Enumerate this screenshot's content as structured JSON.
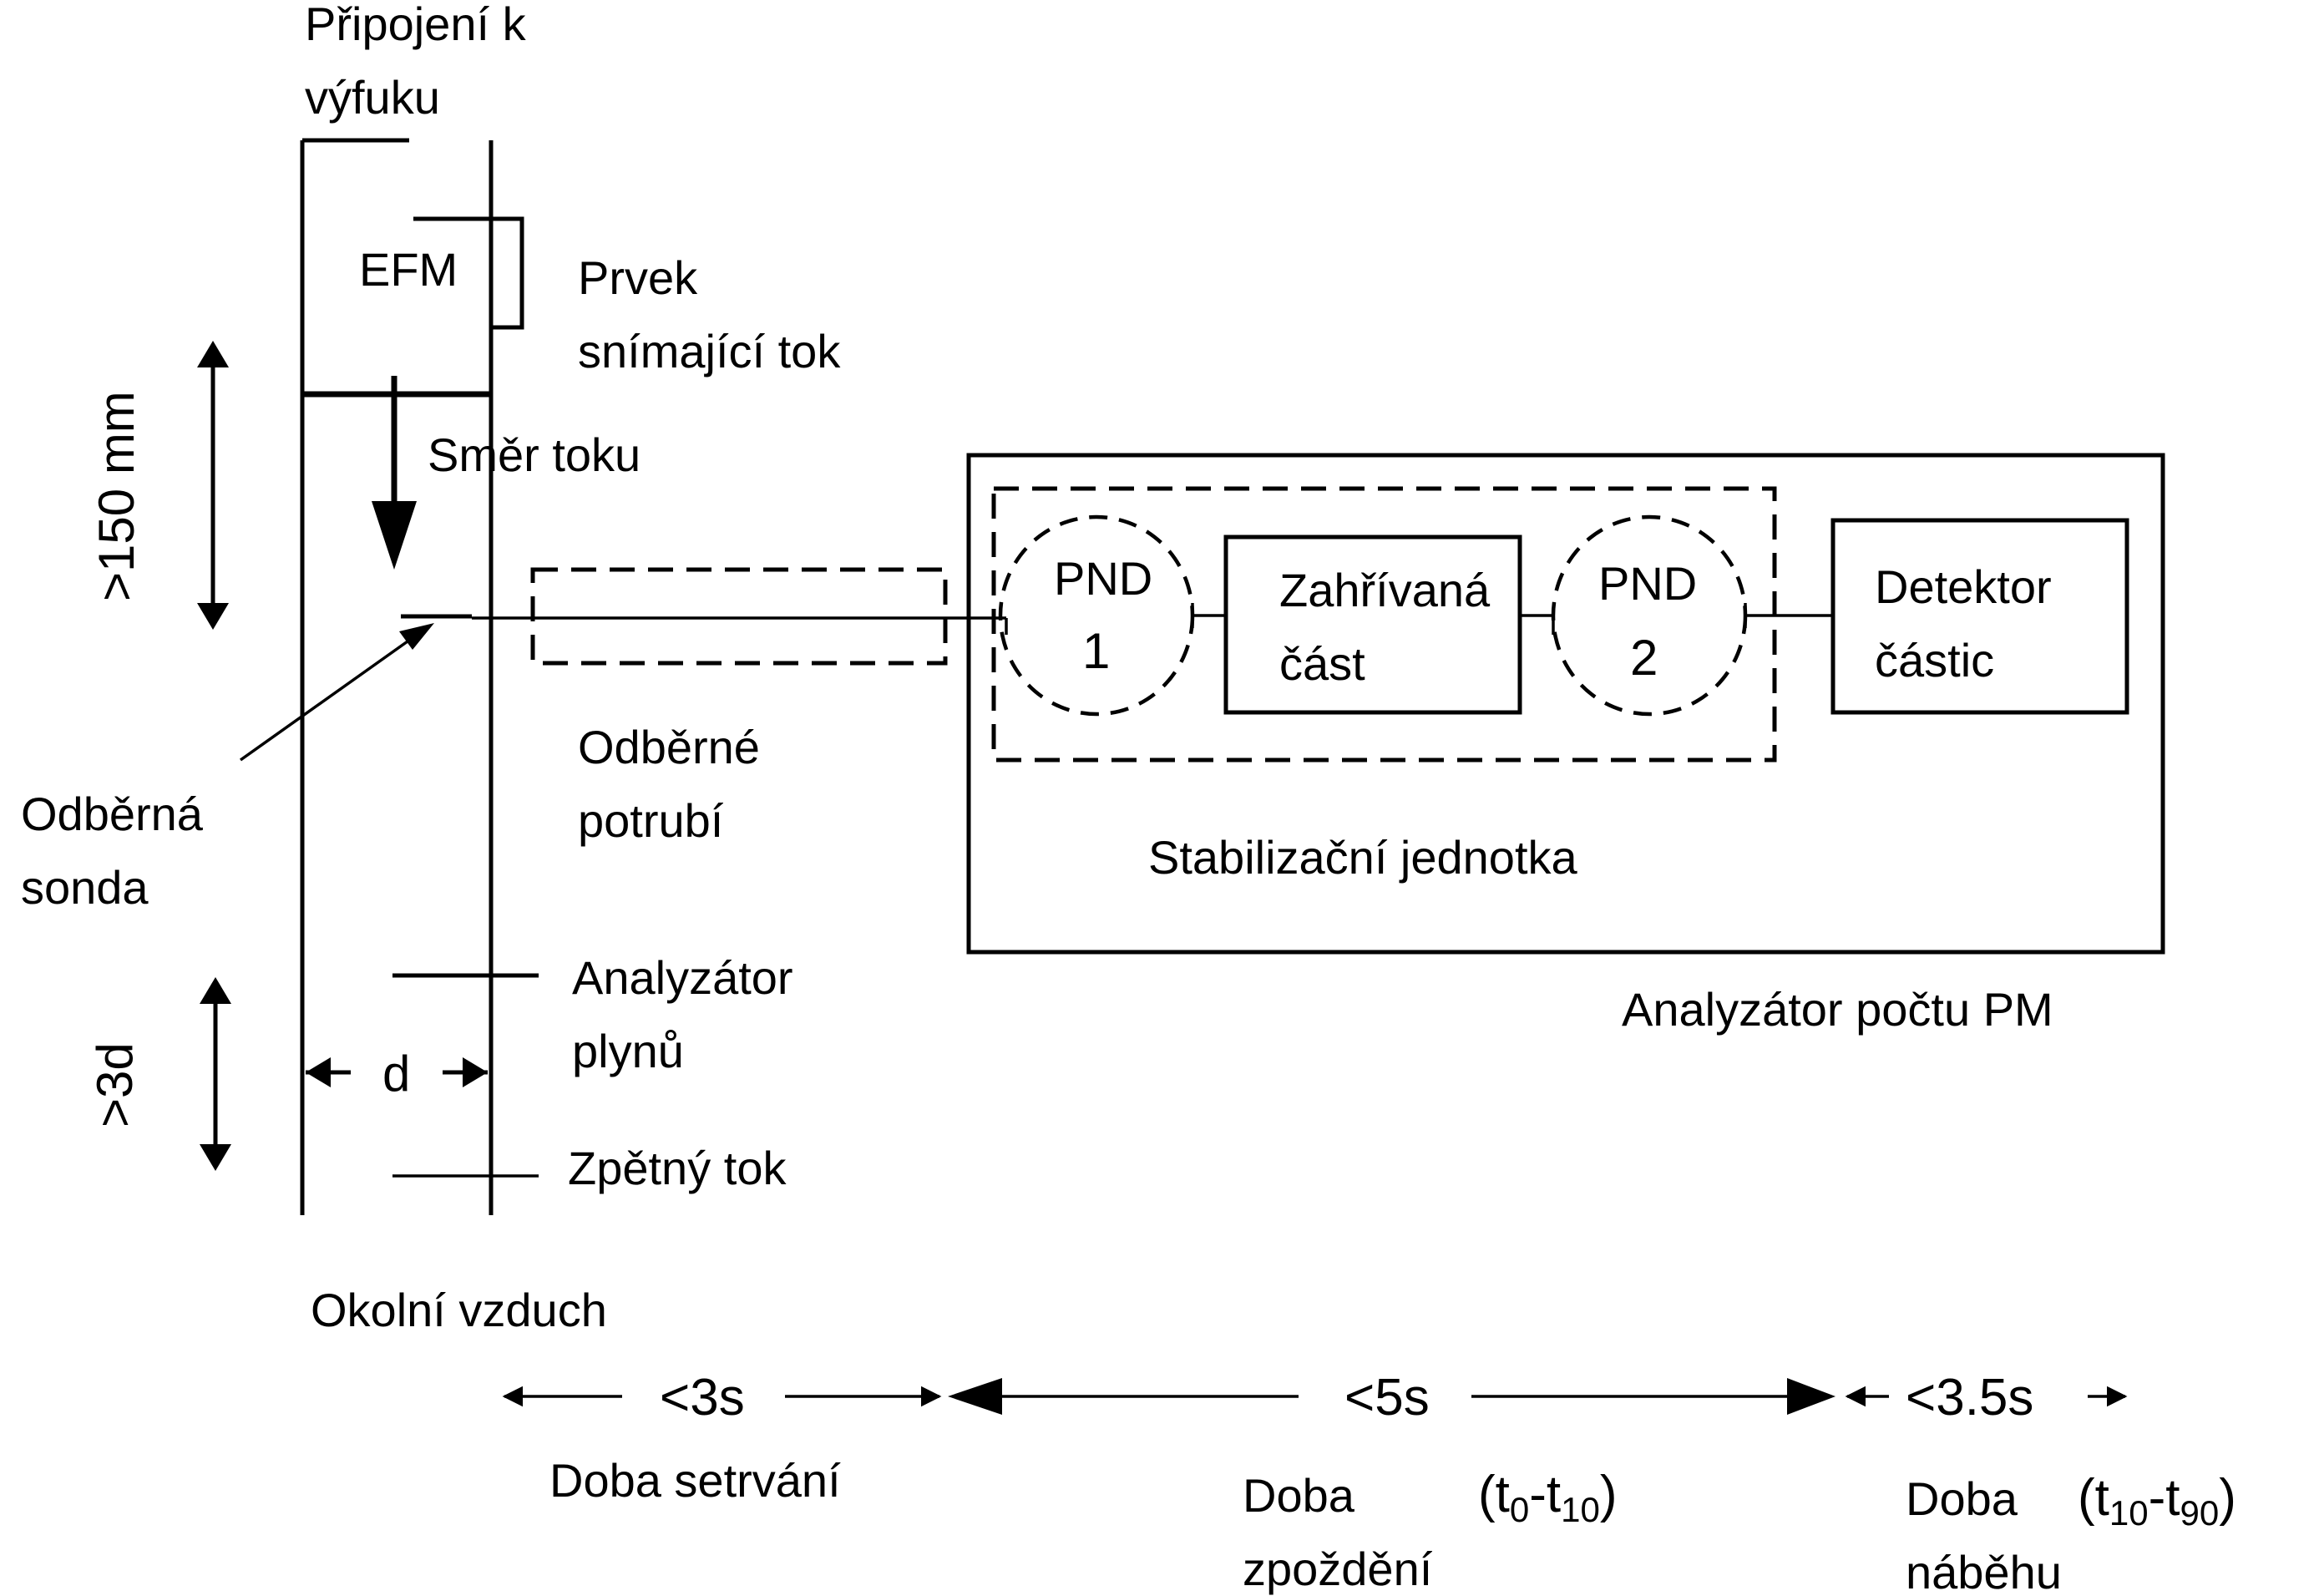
{
  "labels": {
    "exhaust_connection_1": "Připojení k",
    "exhaust_connection_2": "výfuku",
    "efm": "EFM",
    "flow_element_1": "Prvek",
    "flow_element_2": "snímající tok",
    "flow_direction": "Směr toku",
    "dim_150": ">150 mm",
    "sampling_probe_1": "Odběrná",
    "sampling_probe_2": "sonda",
    "sampling_line_1": "Odběrné",
    "sampling_line_2": "potrubí",
    "gas_analyzer_1": "Analyzátor",
    "gas_analyzer_2": "plynů",
    "back_flow": "Zpětný tok",
    "dim_3d": ">3d",
    "dim_d": "d",
    "ambient_air": "Okolní vzduch",
    "pnd1_line1": "PND",
    "pnd1_line2": "1",
    "heated_section_1": "Zahřívaná",
    "heated_section_2": "část",
    "pnd2_line1": "PND",
    "pnd2_line2": "2",
    "detector_1": "Detektor",
    "detector_2": "částic",
    "stabilization_unit": "Stabilizační jednotka",
    "pm_analyzer": "Analyzátor počtu PM"
  },
  "timeline": {
    "residence": {
      "value": "<3s",
      "label": "Doba setrvání"
    },
    "delay": {
      "value": "<5s",
      "label_1": "Doba",
      "label_2": "zpoždění",
      "range_prefix": "(t",
      "range_sub_1": "0",
      "range_mid": "-t",
      "range_sub_2": "10",
      "range_suffix": ")"
    },
    "rise": {
      "value": "<3.5s",
      "label_1": "Doba",
      "label_2": "náběhu",
      "range_prefix": "(t",
      "range_sub_1": "10",
      "range_mid": "-t",
      "range_sub_2": "90",
      "range_suffix": ")"
    }
  }
}
